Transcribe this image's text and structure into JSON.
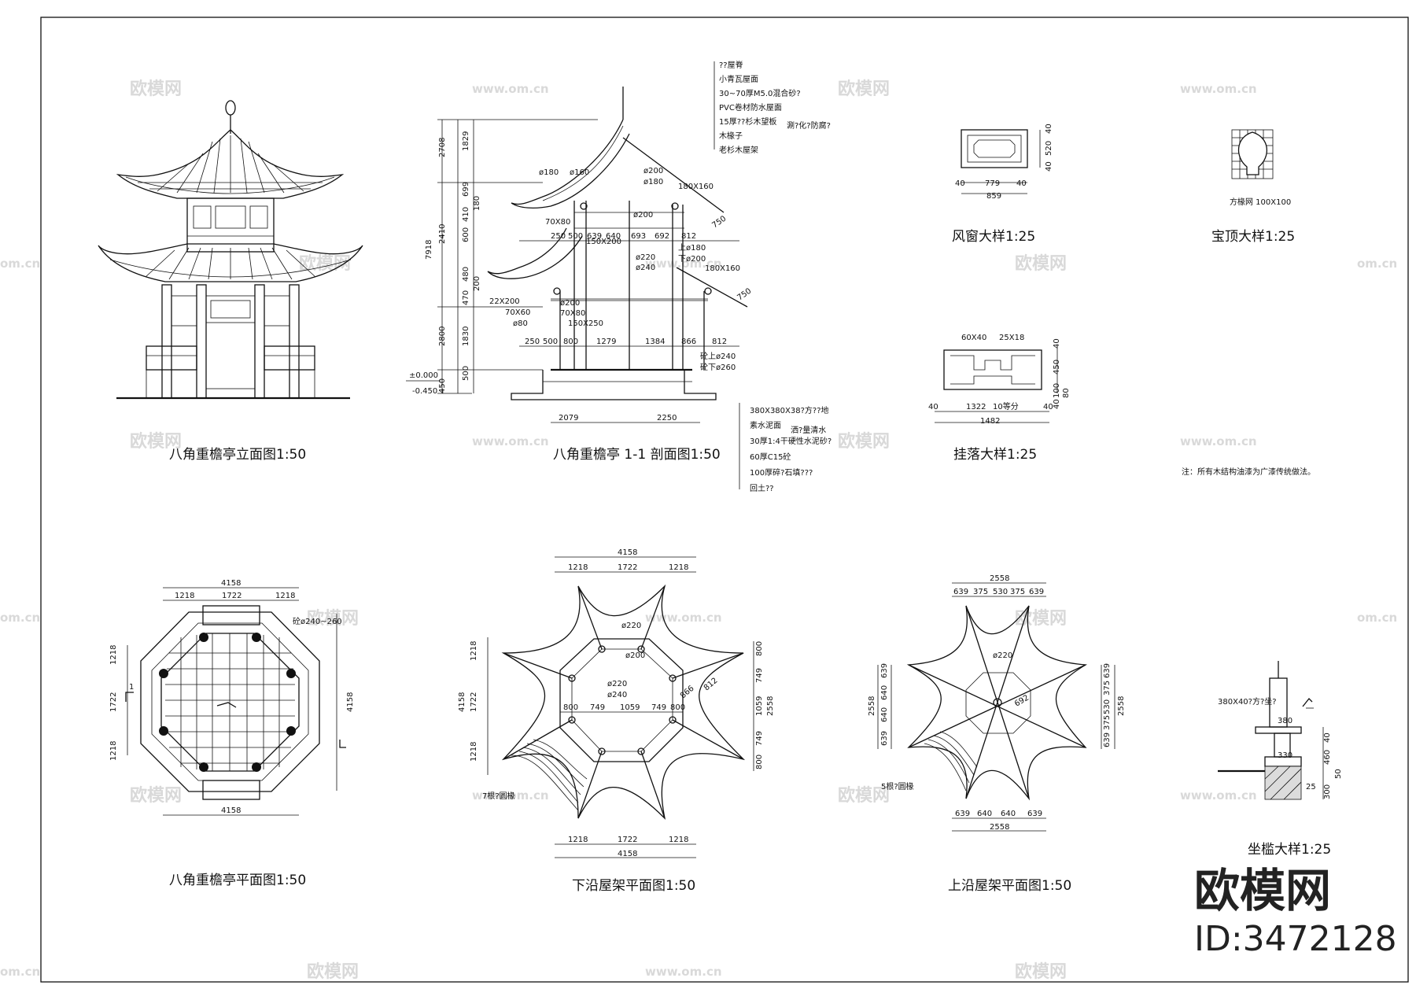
{
  "drawings": {
    "elevation_title": "八角重檐亭立面图1:50",
    "section_title": "八角重檐亭 1-1 剖面图1:50",
    "window_title": "风窗大样1:25",
    "finial_title": "宝顶大样1:25",
    "hanging_title": "挂落大样1:25",
    "plan_title": "八角重檐亭平面图1:50",
    "lower_roof_title": "下沿屋架平面图1:50",
    "upper_roof_title": "上沿屋架平面图1:50",
    "seat_title": "坐槛大样1:25"
  },
  "note": "注：所有木结构油漆为广漆传统做法。",
  "section_roof_layers": [
    "??屋脊",
    "小青瓦屋面",
    "30~70厚M5.0混合砂?",
    "PVC卷材防水屋面",
    "15厚??杉木望板",
    "木椽子",
    "老杉木屋架"
  ],
  "section_roof_layers_extra": "涮?化?防腐?",
  "section_floor_layers": [
    "380X380X38?方??地",
    "素水泥面",
    "30厚1:4干硬性水泥砂?",
    "60厚C15砼",
    "100厚碎?石填???",
    "回土??"
  ],
  "section_floor_extra": "洒?量清水",
  "section_levels": [
    "±0.000",
    "-0.450"
  ],
  "section_left_dims": [
    "2708",
    "2410",
    "7918",
    "2800",
    "450"
  ],
  "section_left_subdims": [
    "1829",
    "699",
    "180",
    "410",
    "600",
    "480",
    "200",
    "470",
    "1830",
    "500"
  ],
  "section_labels": [
    "ø180",
    "ø160",
    "ø200",
    "ø180",
    "180X160",
    "70X80",
    "ø200",
    "150X200",
    "ø220",
    "ø240",
    "22X200",
    "70X60",
    "ø80",
    "ø200",
    "70X80",
    "150X250",
    "上ø180",
    "下ø200",
    "180X160",
    "750",
    "750",
    "砼上ø240",
    "砼下ø260"
  ],
  "section_row1": [
    "250",
    "500",
    "639",
    "640",
    "693",
    "692",
    "812"
  ],
  "section_row2": [
    "250",
    "500",
    "800",
    "1279",
    "1384",
    "866",
    "812"
  ],
  "section_bottom": [
    "2079",
    "2250"
  ],
  "window_dims": [
    "40",
    "779",
    "40",
    "859",
    "40",
    "520",
    "40"
  ],
  "finial_label": "方椽网 100X100",
  "hanging_dims": [
    "60X40",
    "25X18",
    "40",
    "1322",
    "10等分",
    "40",
    "1482",
    "40",
    "450",
    "100",
    "80",
    "40"
  ],
  "plan_dims": [
    "4158",
    "1218",
    "1722",
    "1218",
    "4158",
    "1218",
    "1722",
    "1218",
    "4158"
  ],
  "plan_label": "砼ø240~260",
  "plan_section_mark": "1",
  "lower_dims": [
    "4158",
    "1218",
    "1722",
    "1218",
    "1218",
    "1722",
    "1218",
    "4158",
    "4158",
    "1218",
    "1722",
    "1218",
    "800",
    "749",
    "1059",
    "749",
    "800",
    "2558"
  ],
  "lower_labels": [
    "ø220",
    "ø200",
    "ø220",
    "ø240",
    "800",
    "749",
    "1059",
    "749",
    "800",
    "866",
    "812",
    "7根?圆椽"
  ],
  "upper_dims": [
    "2558",
    "639",
    "375",
    "530",
    "375",
    "639",
    "639",
    "640",
    "640",
    "639",
    "2558",
    "639",
    "375",
    "530",
    "375",
    "639",
    "2558",
    "639",
    "640",
    "640",
    "639",
    "2558"
  ],
  "upper_labels": [
    "ø220",
    "692",
    "5根?圆椽"
  ],
  "seat_labels": [
    "380X40?方?坐?",
    "380",
    "330",
    "40",
    "460",
    "50",
    "25",
    "300"
  ],
  "watermark_main": "欧模网",
  "watermark_url": "www.om.cn",
  "watermark_edge": "om.cn",
  "brand": {
    "name": "欧模网",
    "id": "ID:3472128"
  }
}
